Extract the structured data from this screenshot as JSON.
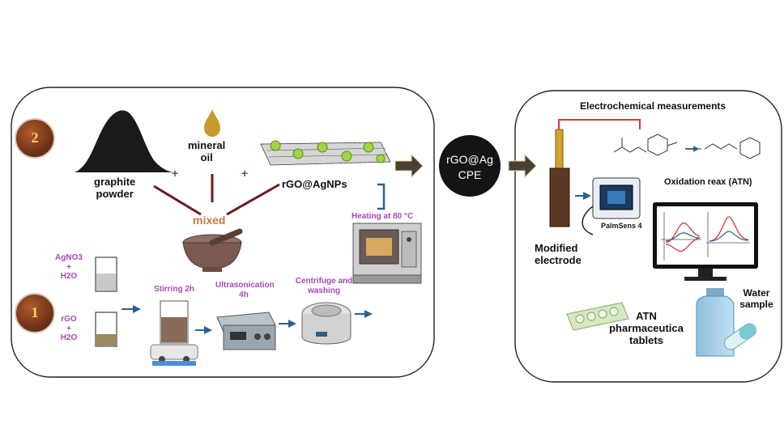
{
  "steps": {
    "badge_2": "2",
    "badge_1": "1"
  },
  "top_row": {
    "graphite_label": "graphite\npowder",
    "mineral_oil_label": "mineral\noil",
    "composite_label": "rGO@AgNPs",
    "plus_1": "+",
    "plus_2": "+",
    "mixed_label": "mixed",
    "heating_label": "Heating at  80 °C"
  },
  "bottom_row": {
    "agno3_label": "AgNO3\n+\nH2O",
    "rgo_label": "rGO\n+\nH2O",
    "stirring_label": "Stirring 2h",
    "ultrasonication_label": "Ultrasonication\n4h",
    "centrifuge_label": "Centrifuge and\nwashing"
  },
  "product": {
    "cpe_label_line1": "rGO@Ag",
    "cpe_label_line2": "CPE"
  },
  "right_panel": {
    "title": "Electrochemical  measurements",
    "oxidation_label": "Oxidation reax (ATN)",
    "device_label": "PalmSens 4",
    "electrode_label": "Modified\nelectrode",
    "tablets_label": "ATN\npharmaceutica\ntablets",
    "water_label": "Water\nsample"
  },
  "colors": {
    "badge": "#7a3b1f",
    "badge_text": "#f6d35e",
    "purple_text": "#a64ab3",
    "mixed_text": "#c47a3c",
    "plus": "#2d5f8e",
    "arrow": "#4a4030",
    "line_maroon": "#6b1a22"
  }
}
